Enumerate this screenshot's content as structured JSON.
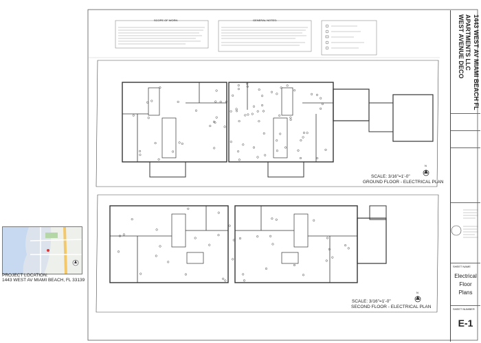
{
  "project": {
    "name_line1": "WEST AVENUE DECO",
    "name_line2": "APARTMENTS LLC",
    "address": "1443 WEST AV MIAMI BEACH FL"
  },
  "plans": {
    "ground_scale": "SCALE: 3/16\"=1'-0\"",
    "ground_title": "GROUND FLOOR - ELECTRICAL PLAN",
    "second_scale": "SCALE: 3/16\"=1'-0\"",
    "second_title": "SECOND FLOOR - ELECTRICAL PLAN",
    "north_label": "N"
  },
  "notes": {
    "scope_title": "SCOPE OF WORK:",
    "general_title": "GENERAL NOTES:"
  },
  "location": {
    "caption_line1": "PROJECT LOCATION:",
    "caption_line2": "1443 WEST AV MIAMI BEACH, FL 33139"
  },
  "title_block": {
    "sheet_name_label": "SHEET NAME",
    "sheet_name_lines": [
      "Electrical",
      "Floor",
      "Plans"
    ],
    "sheet_number_label": "SHEET NUMBER",
    "sheet_number": "E-1"
  }
}
